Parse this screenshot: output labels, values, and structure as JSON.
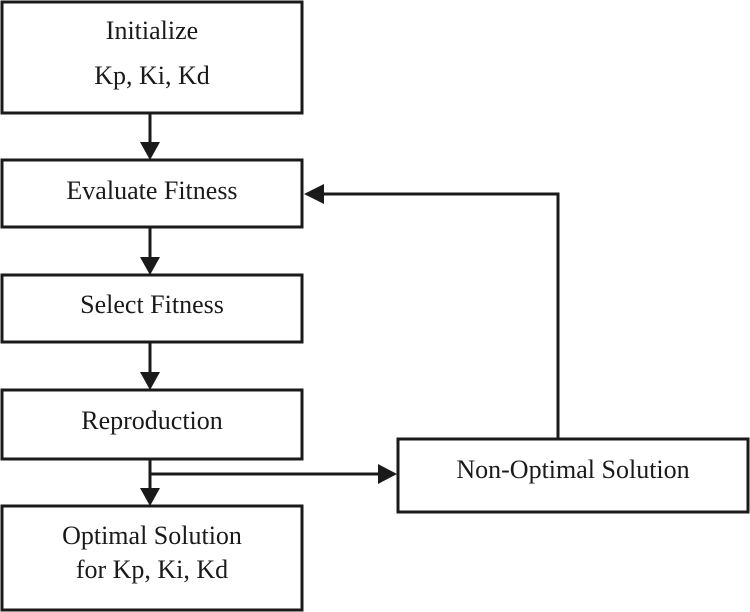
{
  "boxes": {
    "initialize": {
      "line1": "Initialize",
      "line2": "Kp, Ki, Kd"
    },
    "evaluate": {
      "label": "Evaluate Fitness"
    },
    "select": {
      "label": "Select Fitness"
    },
    "reproduction": {
      "label": "Reproduction"
    },
    "optimal": {
      "line1": "Optimal Solution",
      "line2": "for Kp, Ki, Kd"
    },
    "non_optimal": {
      "label": "Non-Optimal Solution"
    }
  }
}
